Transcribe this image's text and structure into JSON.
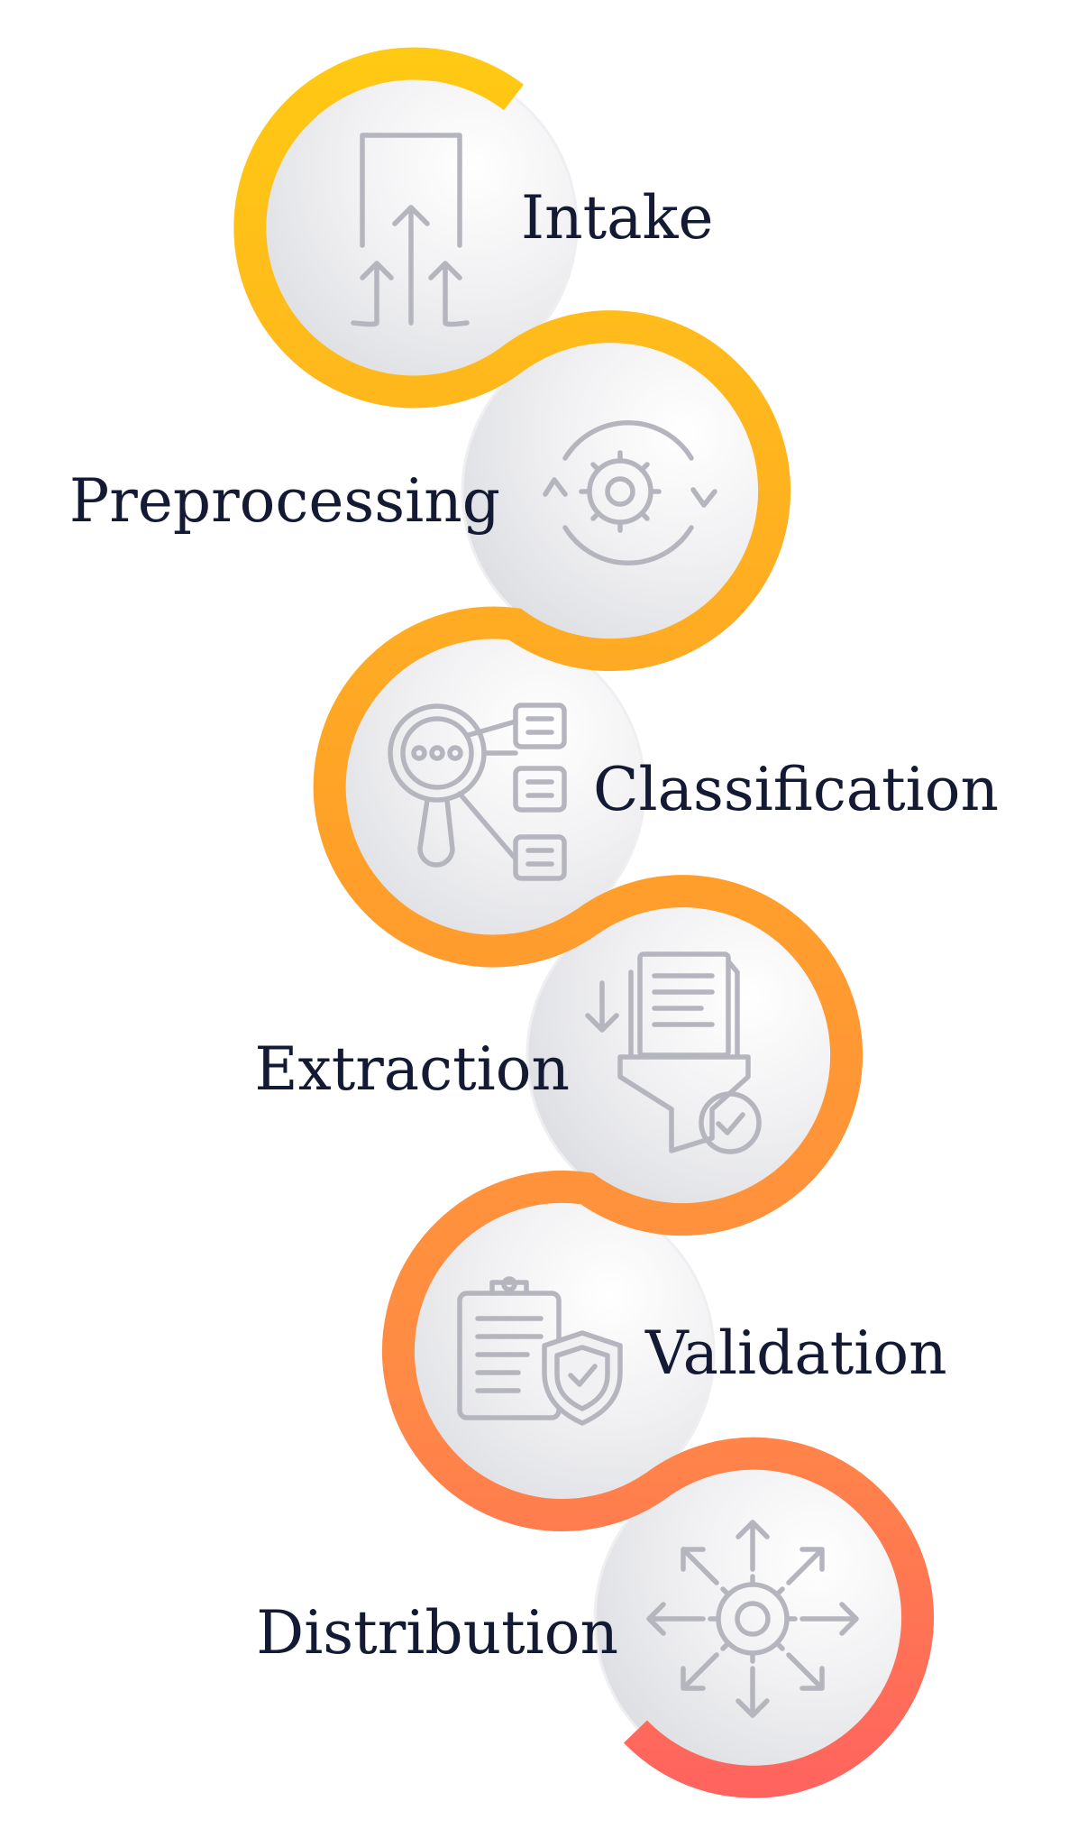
{
  "steps": [
    {
      "label": "Intake",
      "icon": "intake-arrows-icon"
    },
    {
      "label": "Preprocessing",
      "icon": "gear-cycle-icon"
    },
    {
      "label": "Classification",
      "icon": "magnifier-list-icon"
    },
    {
      "label": "Extraction",
      "icon": "document-funnel-icon"
    },
    {
      "label": "Validation",
      "icon": "clipboard-shield-icon"
    },
    {
      "label": "Distribution",
      "icon": "gear-distribute-icon"
    }
  ],
  "colors": {
    "gradient_start": "#ffcc12",
    "gradient_mid": "#ff9a3b",
    "gradient_end": "#ff5e62",
    "text": "#141a33",
    "icon": "#b5b6bd",
    "circle_fill": "#ececee"
  }
}
